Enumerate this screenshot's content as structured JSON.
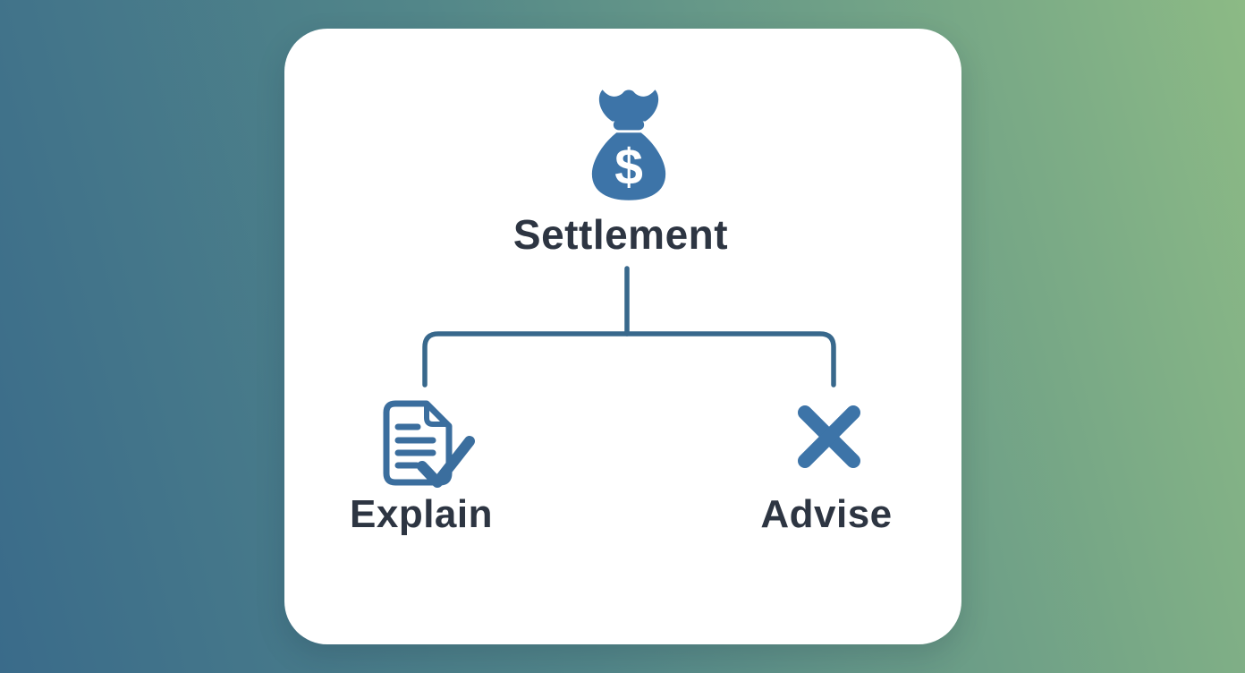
{
  "background": {
    "gradient_start": "#3a6b8a",
    "gradient_mid": "#528689",
    "gradient_end": "#8cba85"
  },
  "card": {
    "background": "#ffffff"
  },
  "colors": {
    "icon_blue": "#3d74a8",
    "outline_blue": "#3b6e9e",
    "connector_blue": "#38688c",
    "label_dark": "#2d3542"
  },
  "diagram": {
    "root": {
      "label": "Settlement",
      "icon": "money-bag-icon",
      "currency_symbol": "$"
    },
    "children": [
      {
        "label": "Explain",
        "icon": "document-check-icon"
      },
      {
        "label": "Advise",
        "icon": "x-mark-icon"
      }
    ]
  }
}
